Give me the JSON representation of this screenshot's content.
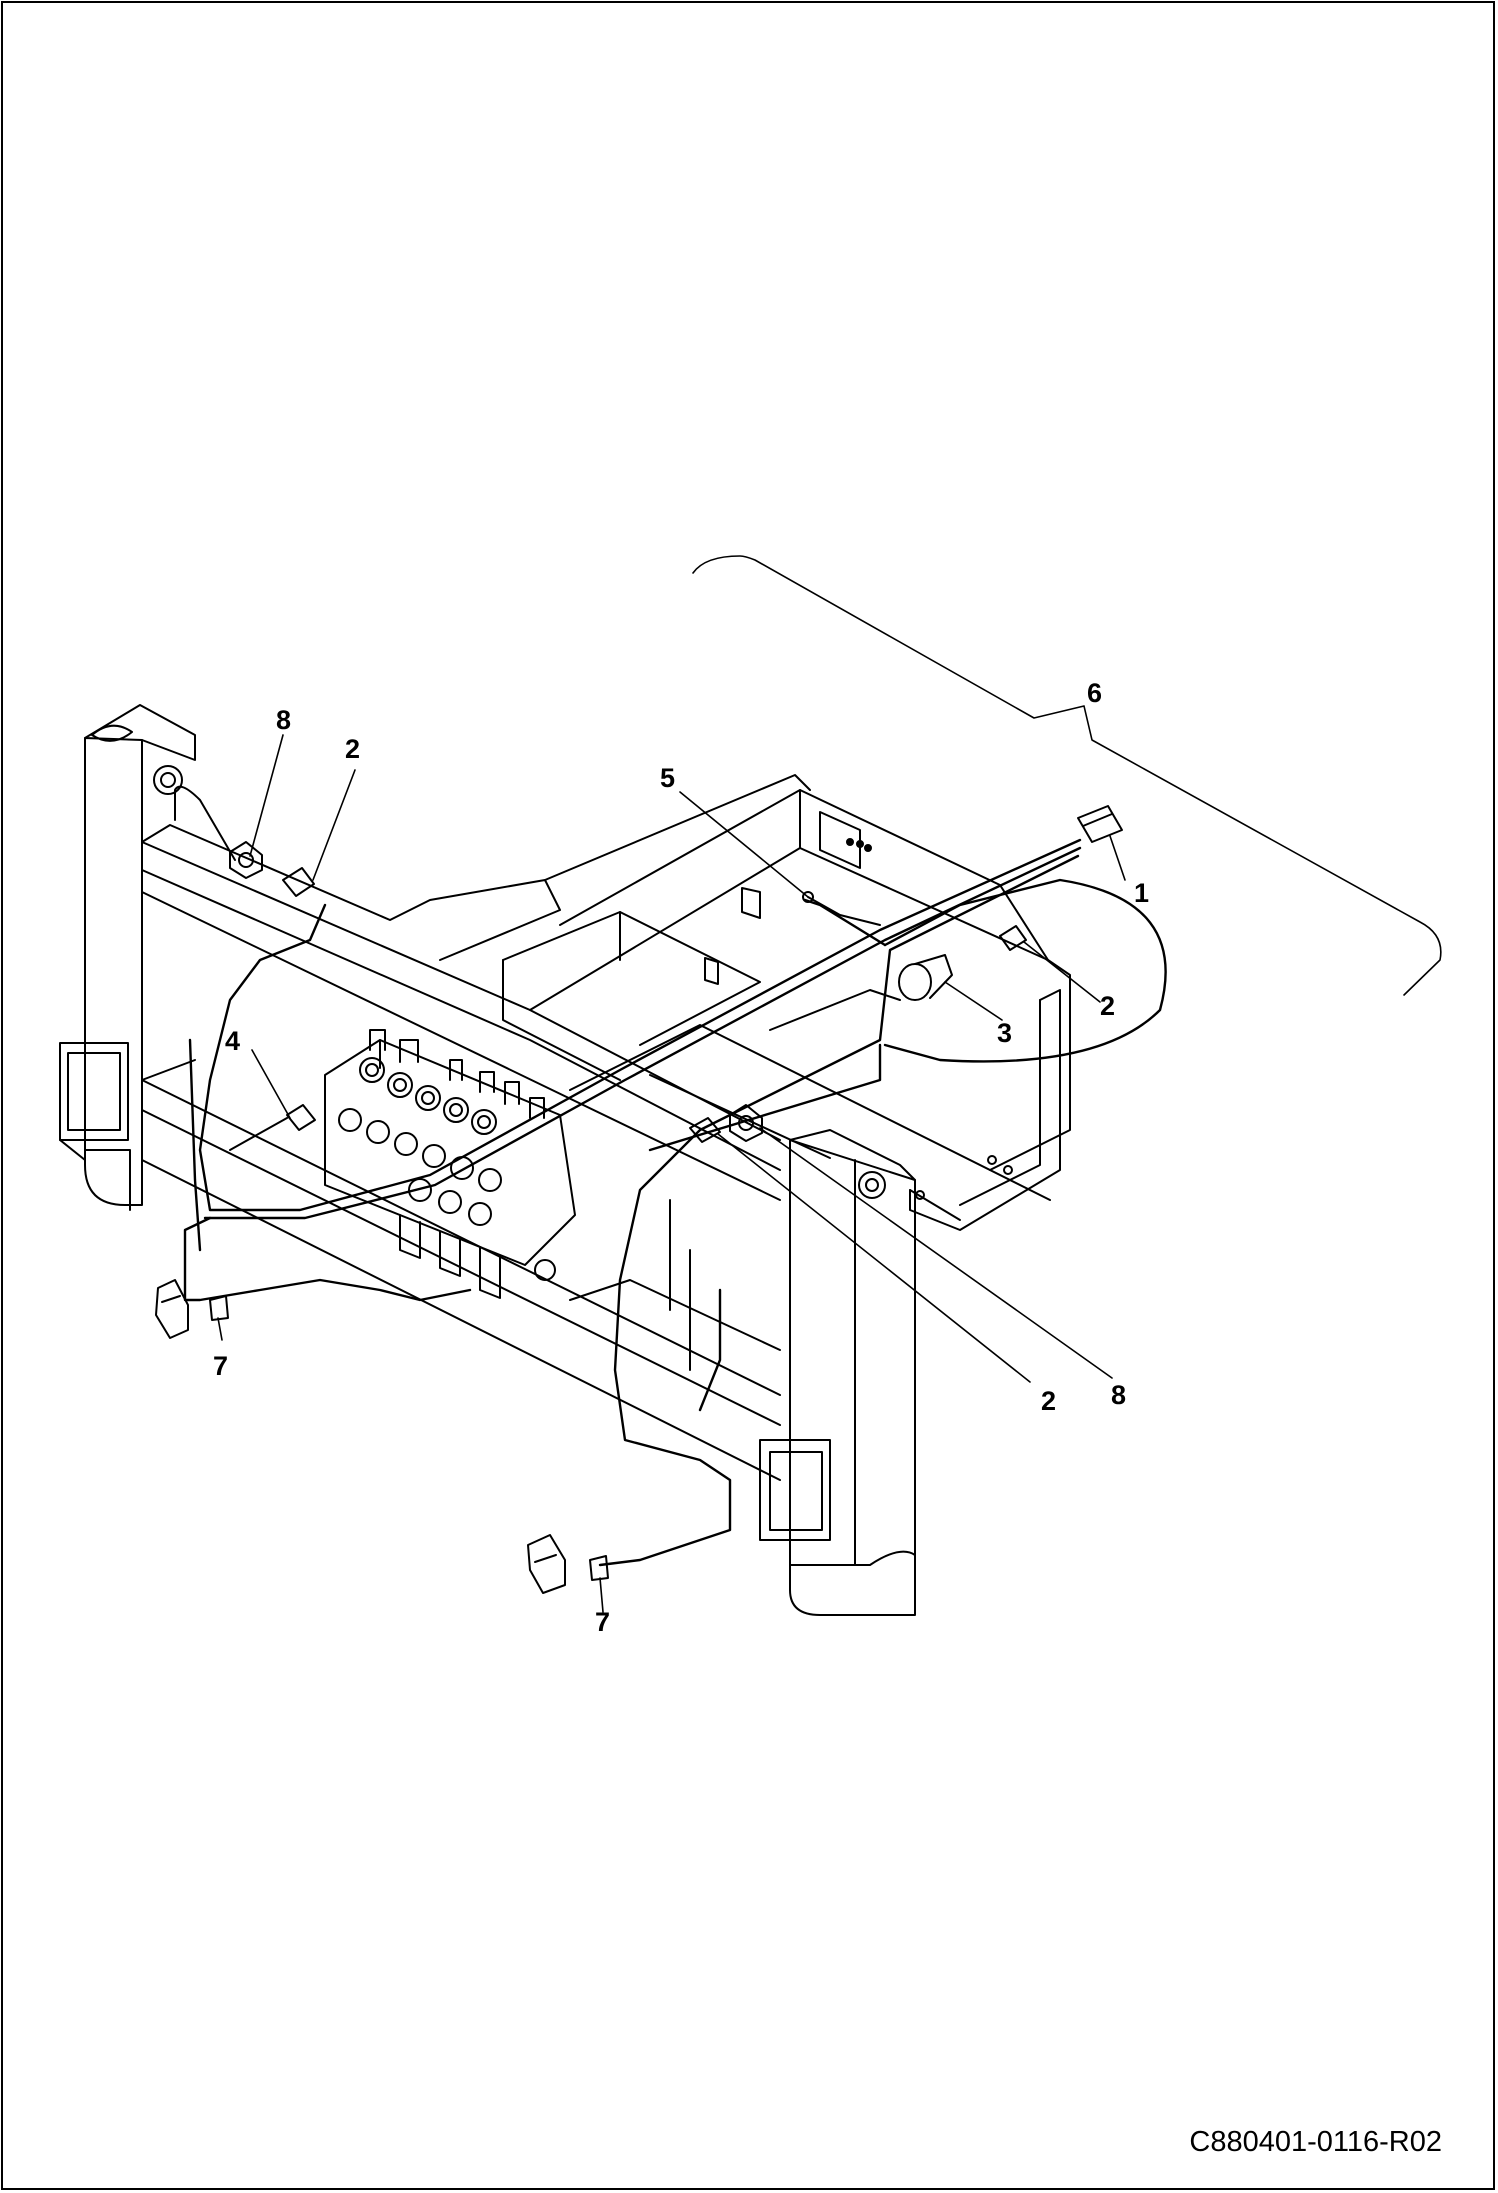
{
  "callouts": {
    "c1": "1",
    "c2a": "2",
    "c2b": "2",
    "c2c": "2",
    "c3": "3",
    "c4": "4",
    "c5": "5",
    "c6": "6",
    "c7a": "7",
    "c7b": "7",
    "c8a": "8",
    "c8b": "8"
  },
  "document_number": "C880401-0116-R02",
  "colors": {
    "line": "#000000",
    "background": "#ffffff"
  }
}
